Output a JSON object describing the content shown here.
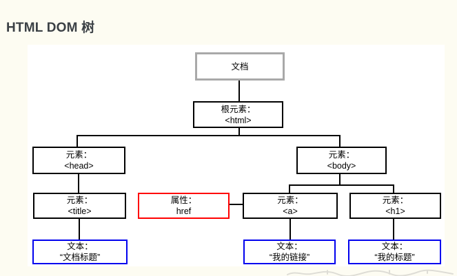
{
  "page": {
    "title": "HTML DOM 树"
  },
  "colors": {
    "page_bg": "#fdfcf2",
    "panel_bg": "#ffffff",
    "title_color": "#3b4045",
    "node_border": "#000000",
    "document_border": "#a9a9a9",
    "attribute_border": "#ff0000",
    "text_node_border": "#0000ee",
    "connector": "#000000"
  },
  "nodes": {
    "document": {
      "line1": "文档"
    },
    "root": {
      "line1": "根元素：",
      "line2": "<html>"
    },
    "head": {
      "line1": "元素：",
      "line2": "<head>"
    },
    "body_el": {
      "line1": "元素：",
      "line2": "<body>"
    },
    "title_el": {
      "line1": "元素：",
      "line2": "<title>"
    },
    "href_attr": {
      "line1": "属性：",
      "line2": "href"
    },
    "a_el": {
      "line1": "元素：",
      "line2": "<a>"
    },
    "h1_el": {
      "line1": "元素：",
      "line2": "<h1>"
    },
    "text_doc_title": {
      "line1": "文本：",
      "line2": "“文档标题”"
    },
    "text_my_link": {
      "line1": "文本：",
      "line2": "“我的链接”"
    },
    "text_my_heading": {
      "line1": "文本：",
      "line2": "“我的标题”"
    }
  }
}
